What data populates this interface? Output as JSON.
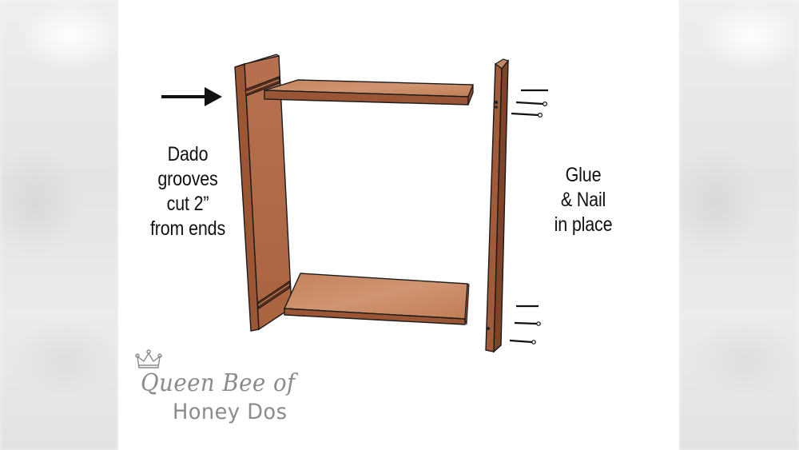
{
  "annotations": {
    "dado": [
      "Dado",
      "grooves",
      "cut 2”",
      "from ends"
    ],
    "glue": [
      "Glue",
      "& Nail",
      "in place"
    ]
  },
  "watermark": {
    "line1": "Queen Bee of",
    "line2": "Honey Dos"
  },
  "colors": {
    "wood_face": "#b8714e",
    "wood_top": "#c98a64",
    "wood_edge": "#8e4f33",
    "outline": "#1a1a1a",
    "text": "#111111",
    "watermark": "#8b8b8b",
    "background_blur": "#e6e6e6"
  },
  "icons": [
    "arrow-right-icon",
    "crown-icon",
    "nail-icon"
  ]
}
